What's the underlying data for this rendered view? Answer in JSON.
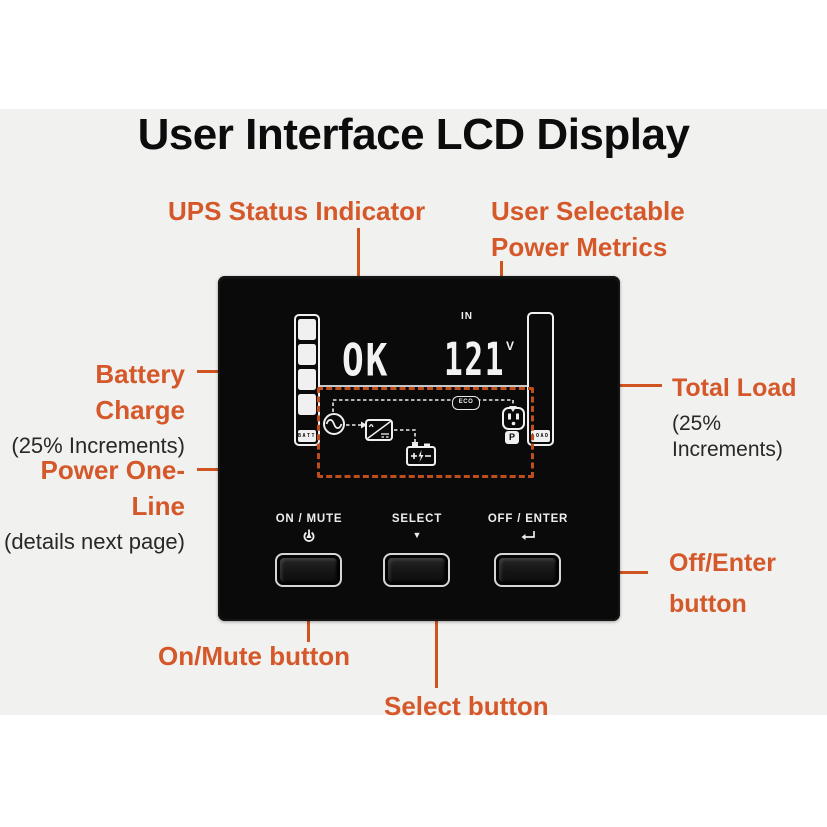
{
  "title": "User Interface LCD Display",
  "colors": {
    "accent_orange": "#d5582a",
    "panel_black": "#0a0a0a",
    "lcd_white": "#f2f2f2",
    "background_gray": "#f1f1ef"
  },
  "callouts": {
    "ups_status": {
      "label": "UPS Status Indicator"
    },
    "power_metrics": {
      "line1": "User Selectable",
      "line2": "Power Metrics"
    },
    "battery_charge": {
      "label": "Battery Charge",
      "sub": "(25% Increments)"
    },
    "power_one_line": {
      "label": "Power One-Line",
      "sub": "(details next page)"
    },
    "total_load": {
      "label": "Total Load",
      "sub": "(25% Increments)"
    },
    "off_enter": {
      "line1": "Off/Enter",
      "line2": "button"
    },
    "on_mute": {
      "label": "On/Mute button"
    },
    "select": {
      "label": "Select button"
    }
  },
  "lcd": {
    "status": "OK",
    "metric_label": "IN",
    "metric_value": "121",
    "metric_unit": "V",
    "battery_gauge_label": "BATT",
    "load_gauge_label": "LOAD",
    "battery_segments": 4,
    "eco_label": "ECO",
    "plug_label": "P"
  },
  "buttons": [
    {
      "label": "ON / MUTE"
    },
    {
      "label": "SELECT"
    },
    {
      "label": "OFF / ENTER"
    }
  ]
}
